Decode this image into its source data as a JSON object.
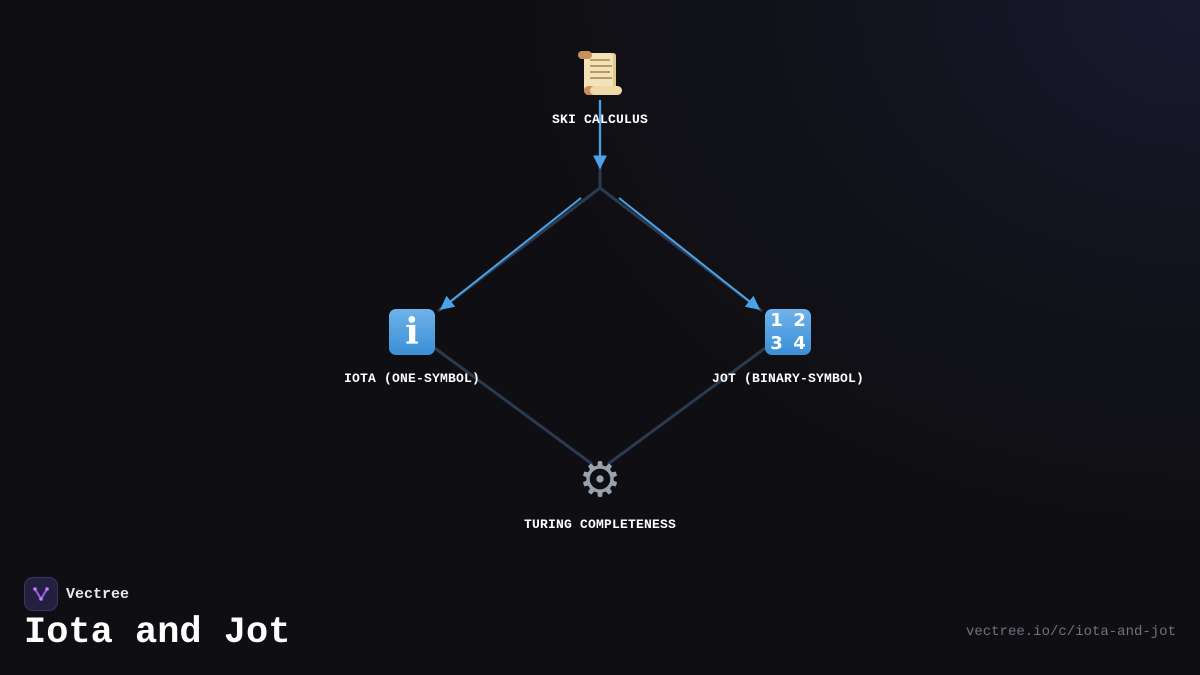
{
  "diagram": {
    "nodes": [
      {
        "id": "ski",
        "label": "SKI CALCULUS",
        "icon": "scroll-icon"
      },
      {
        "id": "iota",
        "label": "IOTA (ONE-SYMBOL)",
        "icon": "information-icon"
      },
      {
        "id": "jot",
        "label": "JOT (BINARY-SYMBOL)",
        "icon": "input-numbers-icon"
      },
      {
        "id": "turing",
        "label": "TURING COMPLETENESS",
        "icon": "gear-icon"
      }
    ],
    "edges": [
      {
        "from": "ski",
        "to": "iota",
        "style": "highlighted-arrow"
      },
      {
        "from": "ski",
        "to": "jot",
        "style": "highlighted-arrow"
      },
      {
        "from": "iota",
        "to": "turing",
        "style": "plain"
      },
      {
        "from": "jot",
        "to": "turing",
        "style": "plain"
      }
    ],
    "colors": {
      "highlight": "#4aa3e8",
      "edge": "#2b3a4e"
    }
  },
  "footer": {
    "brand_name": "Vectree",
    "brand_icon": "vectree-logo-icon",
    "title": "Iota and Jot",
    "url": "vectree.io/c/iota-and-jot"
  },
  "theme": {
    "background": "#0f0f13",
    "text": "#ffffff",
    "muted": "#6f737c"
  }
}
